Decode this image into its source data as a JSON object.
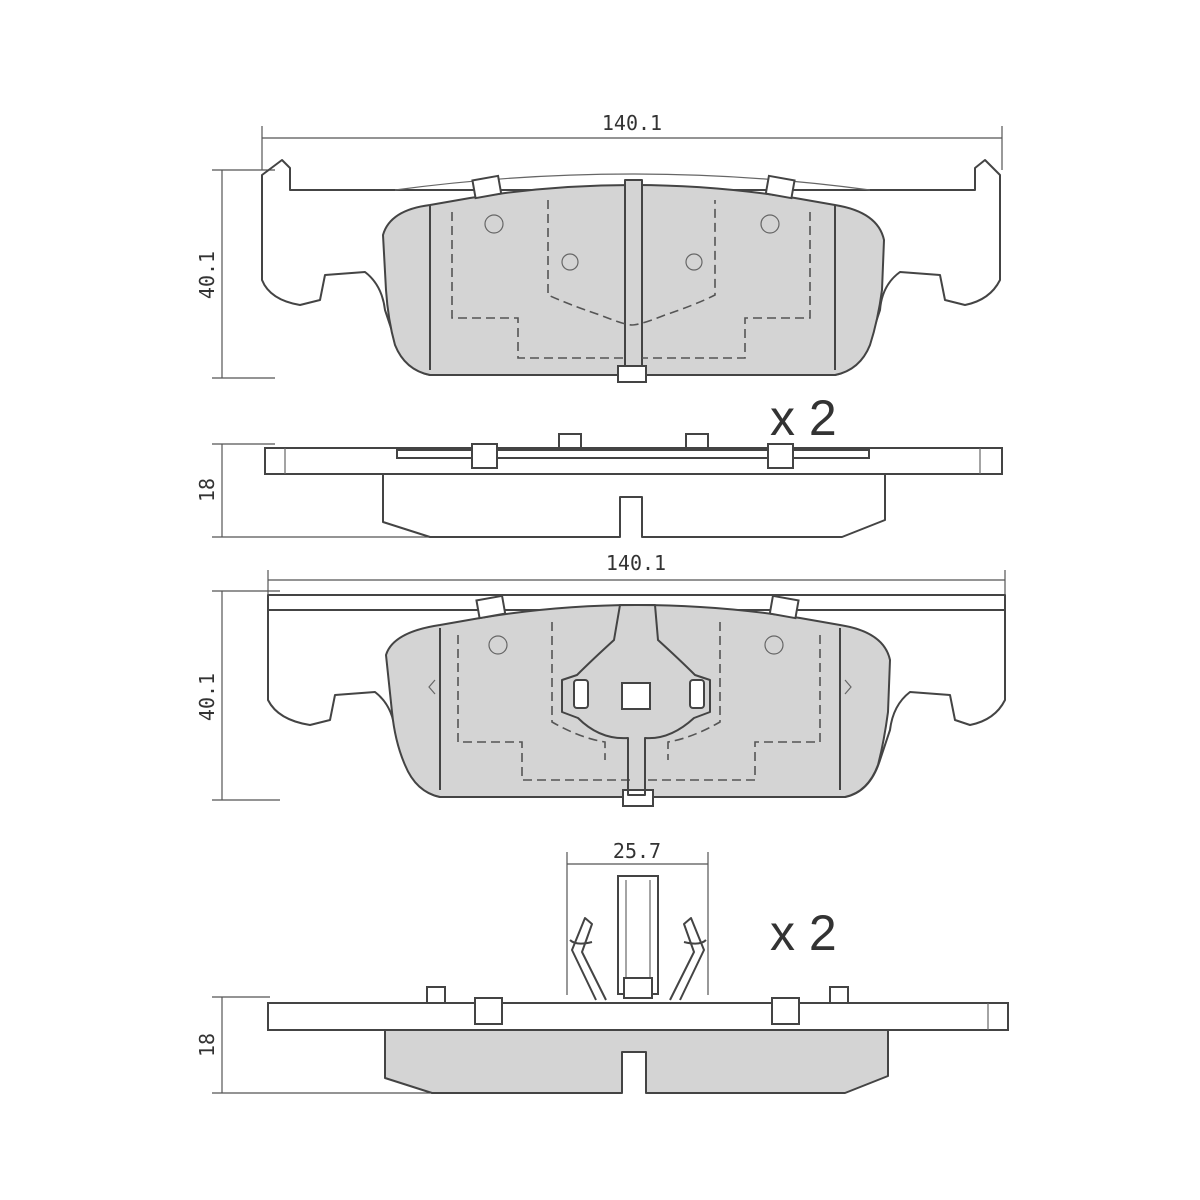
{
  "pad_a": {
    "front_view": {
      "width_label": "140.1",
      "height_label": "40.1"
    },
    "side_view": {
      "thickness_label": "18",
      "quantity_label": "x 2"
    }
  },
  "pad_b": {
    "front_view": {
      "width_label": "140.1",
      "height_label": "40.1"
    },
    "side_view": {
      "thickness_label": "18",
      "clip_width_label": "25.7",
      "quantity_label": "x 2"
    }
  },
  "colors": {
    "friction_material": "#d4d4d4",
    "outline": "#444444",
    "backing_plate": "#ffffff"
  }
}
